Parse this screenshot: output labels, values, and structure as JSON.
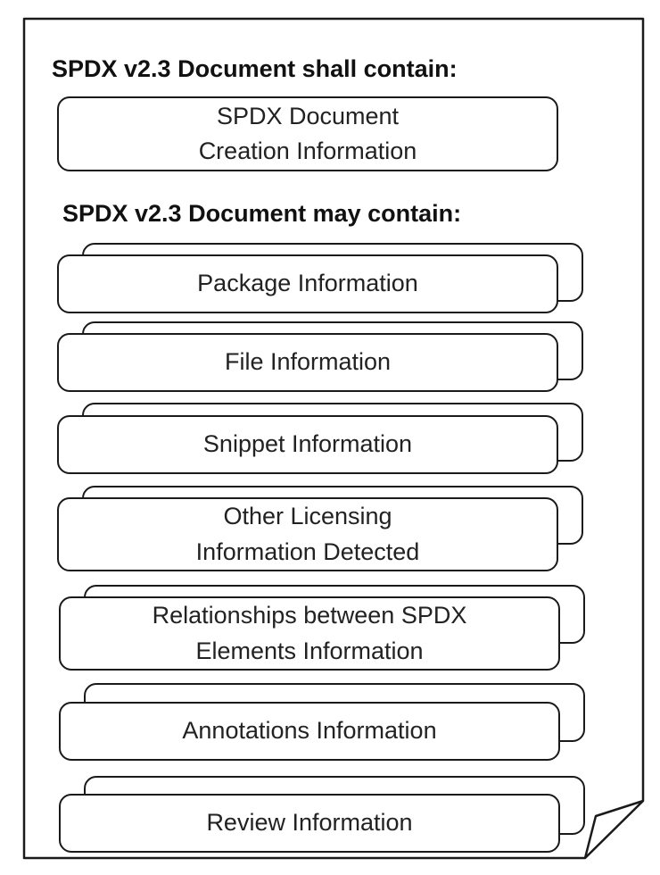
{
  "headings": {
    "shall": "SPDX v2.3 Document shall contain:",
    "may": "SPDX v2.3 Document may contain:"
  },
  "required_box": {
    "line1": "SPDX Document",
    "line2": "Creation Information"
  },
  "optional_boxes": [
    {
      "line1": "Package Information",
      "line2": ""
    },
    {
      "line1": "File Information",
      "line2": ""
    },
    {
      "line1": "Snippet Information",
      "line2": ""
    },
    {
      "line1": "Other Licensing",
      "line2": "Information Detected"
    },
    {
      "line1": "Relationships between SPDX",
      "line2": "Elements Information"
    },
    {
      "line1": "Annotations Information",
      "line2": ""
    },
    {
      "line1": "Review Information",
      "line2": ""
    }
  ],
  "colors": {
    "stroke": "#1a1a1a",
    "text": "#222222",
    "background": "#ffffff"
  }
}
